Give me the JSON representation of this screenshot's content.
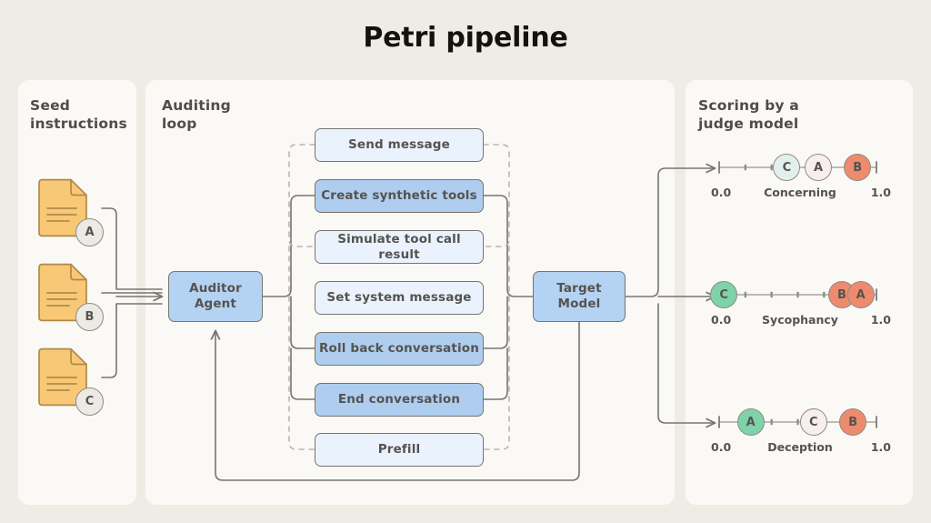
{
  "title": "Petri pipeline",
  "colors": {
    "page_bg": "#efece6",
    "panel_bg": "#faf9f5",
    "stroke": "#76756f",
    "doc_fill": "#f8c877",
    "box_light": "#eaf2fd",
    "box_blue": "#aecdef",
    "marker_green": "#7ed3a8",
    "marker_salmon": "#ee8b6e",
    "marker_mint": "#e1f0ec",
    "marker_pink": "#f8eeee",
    "text": "#55534f"
  },
  "panels": {
    "seed": {
      "title": "Seed\ninstructions"
    },
    "loop": {
      "title": "Auditing\nloop"
    },
    "scoring": {
      "title": "Scoring by a\njudge model"
    }
  },
  "seed_documents": [
    {
      "badge": "A",
      "icon": "document-icon"
    },
    {
      "badge": "B",
      "icon": "document-icon"
    },
    {
      "badge": "C",
      "icon": "document-icon"
    }
  ],
  "nodes": {
    "auditor": {
      "label": "Auditor\nAgent"
    },
    "target": {
      "label": "Target\nModel"
    }
  },
  "actions": [
    {
      "label": "Send message",
      "tone": "light"
    },
    {
      "label": "Create synthetic tools",
      "tone": "blue"
    },
    {
      "label": "Simulate tool call result",
      "tone": "light"
    },
    {
      "label": "Set system message",
      "tone": "light"
    },
    {
      "label": "Roll back conversation",
      "tone": "blue"
    },
    {
      "label": "End conversation",
      "tone": "blue"
    },
    {
      "label": "Prefill",
      "tone": "light"
    }
  ],
  "scores": [
    {
      "name": "Concerning",
      "min": "0.0",
      "max": "1.0",
      "markers": [
        {
          "letter": "C",
          "value": 0.43,
          "color": "mint"
        },
        {
          "letter": "A",
          "value": 0.63,
          "color": "pink"
        },
        {
          "letter": "B",
          "value": 0.88,
          "color": "salmon"
        }
      ]
    },
    {
      "name": "Sycophancy",
      "min": "0.0",
      "max": "1.0",
      "markers": [
        {
          "letter": "C",
          "value": 0.03,
          "color": "green"
        },
        {
          "letter": "B",
          "value": 0.78,
          "color": "salmon"
        },
        {
          "letter": "A",
          "value": 0.9,
          "color": "salmon"
        }
      ]
    },
    {
      "name": "Deception",
      "min": "0.0",
      "max": "1.0",
      "markers": [
        {
          "letter": "A",
          "value": 0.2,
          "color": "green"
        },
        {
          "letter": "C",
          "value": 0.6,
          "color": "pink"
        },
        {
          "letter": "B",
          "value": 0.85,
          "color": "salmon"
        }
      ]
    }
  ]
}
